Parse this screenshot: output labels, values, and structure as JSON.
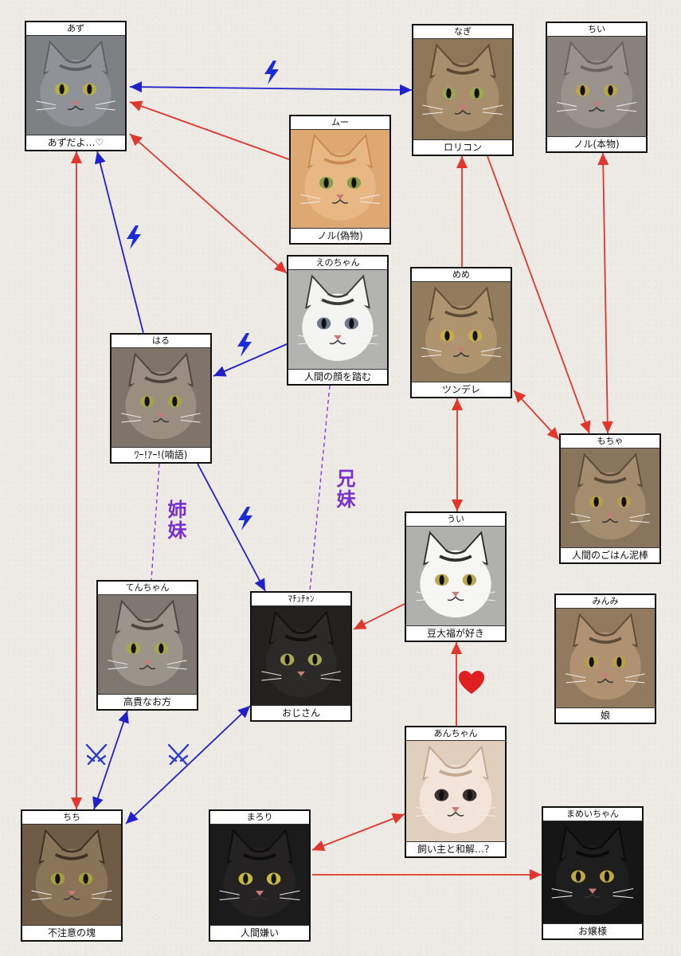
{
  "colors": {
    "attack": "#2020cc",
    "affection": "#e0362c",
    "sibling": "#8a3ad6",
    "lightning": "#1a2bd8",
    "heart": "#e02020",
    "swords": "#2a38d8"
  },
  "cats": {
    "azu": {
      "name": "あず",
      "caption": "あずだよ…♡",
      "fur": "#8f9296",
      "dark": "#5d6064",
      "eye": "#b8b040"
    },
    "nagi": {
      "name": "なぎ",
      "caption": "ロリコン",
      "fur": "#a88e6c",
      "dark": "#5e4a33",
      "eye": "#9aa84e"
    },
    "chii": {
      "name": "ちい",
      "caption": "ノル(本物)",
      "fur": "#9a938c",
      "dark": "#6a625c",
      "eye": "#b8a44a"
    },
    "muu": {
      "name": "ムー",
      "caption": "ノル(偽物)",
      "fur": "#e8b884",
      "dark": "#c88a50",
      "eye": "#8a9c4a"
    },
    "eno": {
      "name": "えのちゃん",
      "caption": "人間の顔を踏む",
      "fur": "#f4f4f2",
      "dark": "#3a3a3a",
      "eye": "#6a7a8a"
    },
    "meme": {
      "name": "めめ",
      "caption": "ツンデレ",
      "fur": "#b09470",
      "dark": "#5e4c38",
      "eye": "#c8b040"
    },
    "haru": {
      "name": "はる",
      "caption": "ﾜｰ!ｱｰ!(喃語)",
      "fur": "#9a8e80",
      "dark": "#4e463e",
      "eye": "#a4a448"
    },
    "mocha": {
      "name": "もちゃ",
      "caption": "人間のごはん泥棒",
      "fur": "#a48c6e",
      "dark": "#5a4a38",
      "eye": "#b4a04a"
    },
    "ui": {
      "name": "うい",
      "caption": "豆大福が好き",
      "fur": "#f6f6f4",
      "dark": "#2e2e2e",
      "eye": "#b8a850"
    },
    "ten": {
      "name": "てんちゃん",
      "caption": "高貴なお方",
      "fur": "#9a948a",
      "dark": "#4c4640",
      "eye": "#a8aa4a"
    },
    "ojisan": {
      "name": "ﾏﾁｭﾁｬﾝ",
      "caption": "おじさん",
      "fur": "#2c2a28",
      "dark": "#111111",
      "eye": "#a8aa50"
    },
    "mimmi": {
      "name": "みんみ",
      "caption": "娘",
      "fur": "#b09272",
      "dark": "#5e4c3a",
      "eye": "#b8a048"
    },
    "anchan": {
      "name": "あんちゃん",
      "caption": "飼い主と和解…？",
      "fur": "#f2e4d8",
      "dark": "#c4a890",
      "eye": "#3a3030"
    },
    "chichi": {
      "name": "ちち",
      "caption": "不注意の塊",
      "fur": "#8a7458",
      "dark": "#3e3224",
      "eye": "#a4a040"
    },
    "marori": {
      "name": "まろり",
      "caption": "人間嫌い",
      "fur": "#242222",
      "dark": "#0e0e0e",
      "eye": "#c8b840"
    },
    "mamei": {
      "name": "まめいちゃん",
      "caption": "お嬢様",
      "fur": "#1e1e1e",
      "dark": "#0a0a0a",
      "eye": "#c0a840"
    }
  },
  "edges": [
    {
      "from": "azu",
      "to": "nagi",
      "type": "attack",
      "heads": "both"
    },
    {
      "from": "muu",
      "to": "azu",
      "type": "affection",
      "heads": "end"
    },
    {
      "from": "azu",
      "to": "eno",
      "type": "affection",
      "heads": "both"
    },
    {
      "from": "haru",
      "to": "azu",
      "type": "attack",
      "heads": "end"
    },
    {
      "from": "eno",
      "to": "haru",
      "type": "attack",
      "heads": "end"
    },
    {
      "from": "haru",
      "to": "ojisan",
      "type": "attack",
      "heads": "end"
    },
    {
      "from": "azu",
      "to": "chichi",
      "type": "affection",
      "heads": "both"
    },
    {
      "from": "meme",
      "to": "nagi",
      "type": "affection",
      "heads": "end"
    },
    {
      "from": "nagi",
      "to": "mocha",
      "type": "affection",
      "heads": "end"
    },
    {
      "from": "chii",
      "to": "mocha",
      "type": "affection",
      "heads": "both"
    },
    {
      "from": "meme",
      "to": "mocha",
      "type": "affection",
      "heads": "both"
    },
    {
      "from": "meme",
      "to": "ui",
      "type": "affection",
      "heads": "both"
    },
    {
      "from": "ui",
      "to": "ojisan",
      "type": "affection",
      "heads": "end"
    },
    {
      "from": "anchan",
      "to": "ui",
      "type": "affection",
      "heads": "end"
    },
    {
      "from": "anchan",
      "to": "marori",
      "type": "affection",
      "heads": "both"
    },
    {
      "from": "marori",
      "to": "mamei",
      "type": "affection",
      "heads": "end"
    },
    {
      "from": "ten",
      "to": "chichi",
      "type": "attack",
      "heads": "both"
    },
    {
      "from": "ojisan",
      "to": "chichi",
      "type": "attack",
      "heads": "both"
    },
    {
      "from": "haru",
      "to": "ten",
      "type": "sibling",
      "heads": "none"
    },
    {
      "from": "eno",
      "to": "ojisan",
      "type": "sibling",
      "heads": "none"
    }
  ],
  "labels": {
    "sisters": "姉妹",
    "siblings": "兄妹"
  },
  "symbols": [
    {
      "kind": "lightning",
      "icon": "lightning-icon"
    },
    {
      "kind": "heart",
      "icon": "heart-icon"
    },
    {
      "kind": "swords",
      "icon": "crossed-swords-icon"
    }
  ]
}
